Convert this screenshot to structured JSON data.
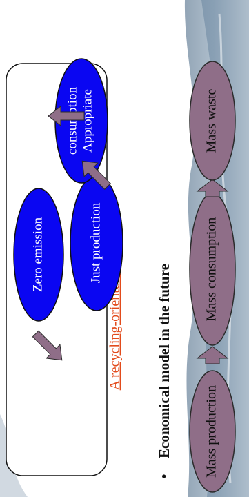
{
  "top_flow": {
    "nodes": [
      "Mass production",
      "Mass consumption",
      "Mass waste"
    ]
  },
  "bullet": {
    "symbol": "•",
    "heading": "Economical model in the future"
  },
  "recycle_link": {
    "label": "A recycling-oriented society"
  },
  "cycle": {
    "nodes": [
      "Just production",
      "Appropriate consumption",
      "Zero emission"
    ],
    "appropriate_line1": "Appropriate",
    "appropriate_line2": "consumption"
  },
  "colors": {
    "mauve": "#8f6e88",
    "blue": "#0a06f2",
    "link_red": "#e24b1c"
  }
}
